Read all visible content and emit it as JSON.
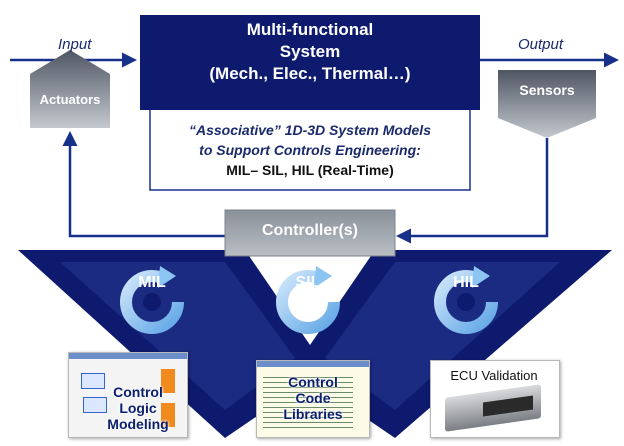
{
  "system": {
    "title_line1": "Multi-functional",
    "title_line2": "System",
    "title_line3": "(Mech., Elec., Thermal…)"
  },
  "input_label": "Input",
  "output_label": "Output",
  "actuators_label": "Actuators",
  "sensors_label": "Sensors",
  "models": {
    "line1": "“Associative” 1D-3D System  Models",
    "line2": "to Support Controls Engineering:",
    "line3": "MIL– SIL, HIL (Real-Time)"
  },
  "controller_label": "Controller(s)",
  "loops": [
    "MIL",
    "SIL",
    "HIL"
  ],
  "tools": {
    "modeling": {
      "line1": "Control",
      "line2": "Logic",
      "line3": "Modeling"
    },
    "libraries": {
      "line1": "Control",
      "line2": "Code",
      "line3": "Libraries"
    },
    "validation": "ECU Validation"
  },
  "colors": {
    "navy": "#0d1a6e",
    "gray_dark": "#5a6270",
    "gray_light": "#aeb5bd",
    "loop_blue": "#7ab8ee",
    "arrow": "#17308a"
  }
}
